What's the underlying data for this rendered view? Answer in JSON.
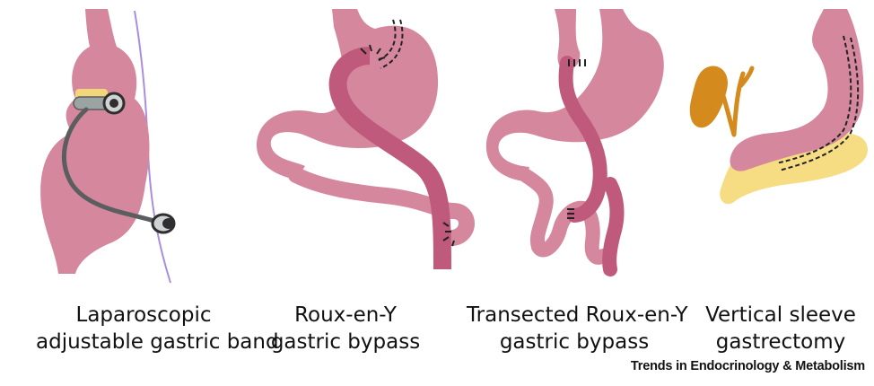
{
  "panels": [
    {
      "line1": "Laparoscopic",
      "line2": "adjustable gastric band"
    },
    {
      "line1": "Roux-en-Y",
      "line2": "gastric bypass"
    },
    {
      "line1": "Transected Roux-en-Y",
      "line2": "gastric bypass"
    },
    {
      "line1": "Vertical sleeve",
      "line2": "gastrectomy"
    }
  ],
  "credit": "Trends in Endocrinology & Metabolism",
  "colors": {
    "stomach": "#d4879d",
    "limb": "#c05a7c",
    "band": "#9ba3a3",
    "band_padding": "#f2d77a",
    "tubing": "#5a5e5e",
    "port": "#2f2f2f",
    "nerve_line": "#a98ee0",
    "gallbladder": "#d48a1c",
    "pancreas": "#f6dd83",
    "staple_line": "#222222"
  }
}
